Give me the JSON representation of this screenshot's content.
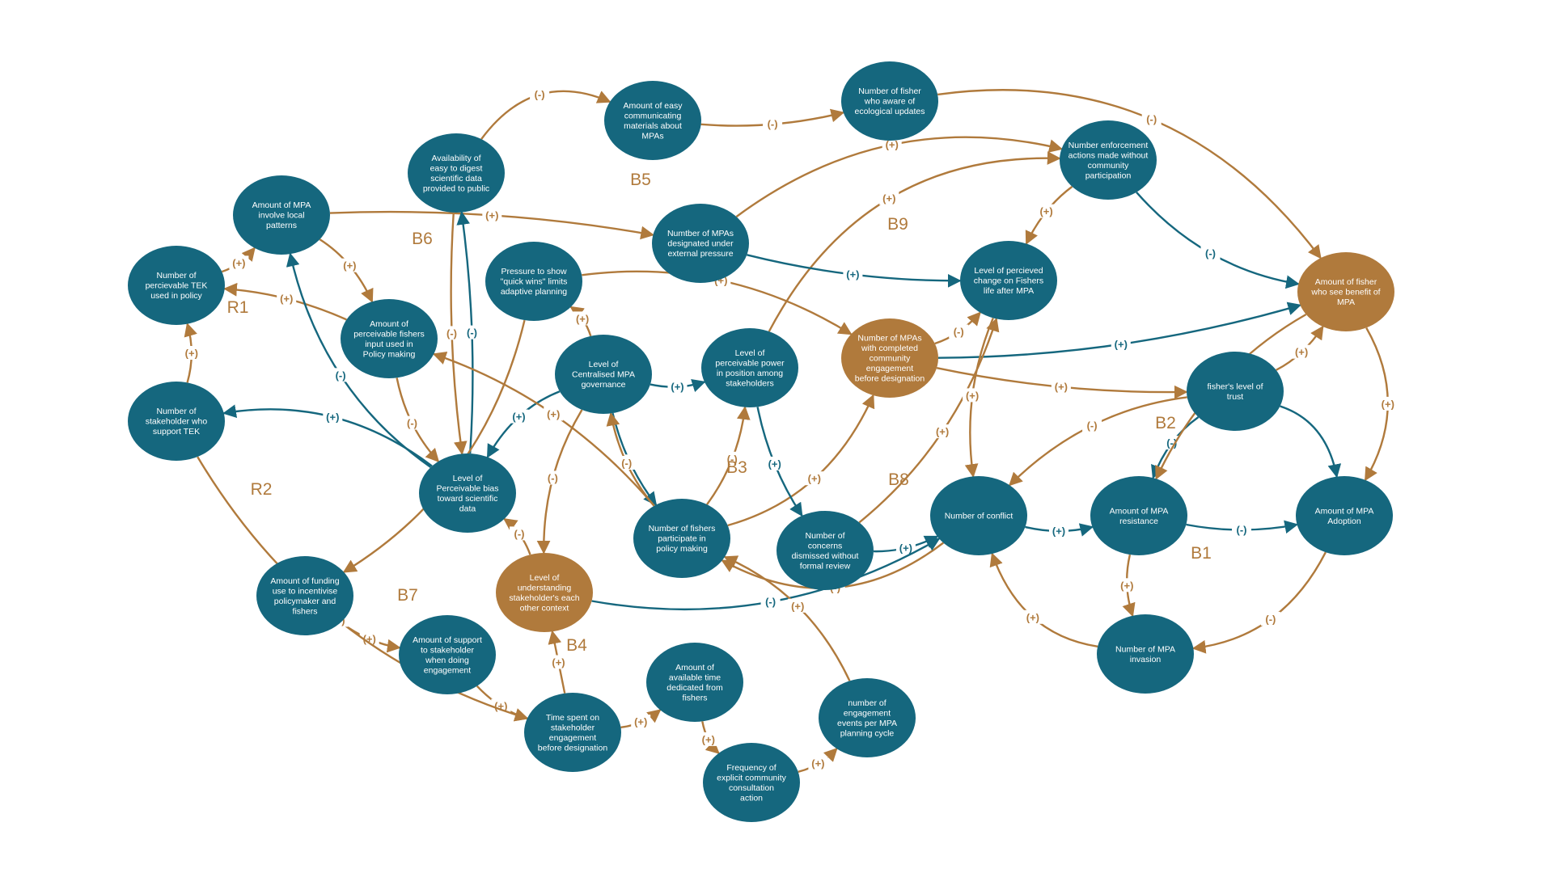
{
  "colors": {
    "teal": "#15677e",
    "brown": "#b07a3c",
    "background": "#ffffff"
  },
  "nodes": [
    {
      "id": "tek_policy",
      "color": "teal",
      "lines": [
        "Number of",
        "percievable TEK",
        "used in policy"
      ]
    },
    {
      "id": "mpa_local",
      "color": "teal",
      "lines": [
        "Amount of MPA",
        "involve local",
        "patterns"
      ]
    },
    {
      "id": "easy_data",
      "color": "teal",
      "lines": [
        "Availability of",
        "easy to digest",
        "scientific data",
        "provided to public"
      ]
    },
    {
      "id": "materials",
      "color": "teal",
      "lines": [
        "Amount of easy",
        "communicating",
        "materials about",
        "MPAs"
      ]
    },
    {
      "id": "aware",
      "color": "teal",
      "lines": [
        "Number of fisher",
        "who aware of",
        "ecological updates"
      ]
    },
    {
      "id": "enforcement",
      "color": "teal",
      "lines": [
        "Number enforcement",
        "actions made without",
        "community",
        "participation"
      ]
    },
    {
      "id": "fisher_benefit",
      "color": "brown",
      "lines": [
        "Amount of fisher",
        "who see benefit of",
        "MPA"
      ]
    },
    {
      "id": "quick_wins",
      "color": "teal",
      "lines": [
        "Pressure to show",
        "\"quick wins\" limits",
        "adaptive planning"
      ]
    },
    {
      "id": "external_pressure",
      "color": "teal",
      "lines": [
        "Numtber of MPAs",
        "designated under",
        "external pressure"
      ]
    },
    {
      "id": "perceived_change",
      "color": "teal",
      "lines": [
        "Level of percieved",
        "change on Fishers",
        "life after MPA"
      ]
    },
    {
      "id": "fishers_input",
      "color": "teal",
      "lines": [
        "Amount of",
        "perceivable fishers",
        "input used in",
        "Policy making"
      ]
    },
    {
      "id": "centralised",
      "color": "teal",
      "lines": [
        "Level of",
        "Centralised MPA",
        "governance"
      ]
    },
    {
      "id": "power",
      "color": "teal",
      "lines": [
        "Level of",
        "perceivable power",
        "in position among",
        "stakeholders"
      ]
    },
    {
      "id": "completed_engagement",
      "color": "brown",
      "lines": [
        "Number of MPAs",
        "with completed",
        "community",
        "engagement",
        "before designation"
      ]
    },
    {
      "id": "trust",
      "color": "teal",
      "lines": [
        "fisher's level of",
        "trust"
      ]
    },
    {
      "id": "support_tek",
      "color": "teal",
      "lines": [
        "Number of",
        "stakeholder who",
        "support TEK"
      ]
    },
    {
      "id": "bias",
      "color": "teal",
      "lines": [
        "Level of",
        "Perceivable bias",
        "toward scientific",
        "data"
      ]
    },
    {
      "id": "participate",
      "color": "teal",
      "lines": [
        "Number of fishers",
        "participate in",
        "policy making"
      ]
    },
    {
      "id": "concerns",
      "color": "teal",
      "lines": [
        "Number of",
        "concerns",
        "dismissed without",
        "formal review"
      ]
    },
    {
      "id": "conflict",
      "color": "teal",
      "lines": [
        "Number of conflict"
      ]
    },
    {
      "id": "resistance",
      "color": "teal",
      "lines": [
        "Amount of MPA",
        "resistance"
      ]
    },
    {
      "id": "adoption",
      "color": "teal",
      "lines": [
        "Amount of MPA",
        "Adoption"
      ]
    },
    {
      "id": "funding",
      "color": "teal",
      "lines": [
        "Amount of funding",
        "use to incentivise",
        "policymaker and",
        "fishers"
      ]
    },
    {
      "id": "understanding",
      "color": "brown",
      "lines": [
        "Level of",
        "understanding",
        "stakeholder's each",
        "other context"
      ]
    },
    {
      "id": "support_engagement",
      "color": "teal",
      "lines": [
        "Amount of support",
        "to stakeholder",
        "when doing",
        "engagement"
      ]
    },
    {
      "id": "time_engagement",
      "color": "teal",
      "lines": [
        "Time spent on",
        "stakeholder",
        "engagement",
        "before designation"
      ]
    },
    {
      "id": "available_time",
      "color": "teal",
      "lines": [
        "Amount of",
        "available time",
        "dedicated from",
        "fishers"
      ]
    },
    {
      "id": "events",
      "color": "teal",
      "lines": [
        "number of",
        "engagement",
        "events per MPA",
        "planning cycle"
      ]
    },
    {
      "id": "consultation",
      "color": "teal",
      "lines": [
        "Frequency of",
        "explicit community",
        "consultation",
        "action"
      ]
    },
    {
      "id": "invasion",
      "color": "teal",
      "lines": [
        "Number of MPA",
        "invasion"
      ]
    }
  ],
  "links": [
    {
      "from": "tek_policy",
      "to": "mpa_local",
      "sign": "(+)",
      "color": "brown"
    },
    {
      "from": "support_tek",
      "to": "tek_policy",
      "sign": "(+)",
      "color": "brown"
    },
    {
      "from": "fishers_input",
      "to": "tek_policy",
      "sign": "(+)",
      "color": "brown"
    },
    {
      "from": "mpa_local",
      "to": "fishers_input",
      "sign": "(+)",
      "color": "brown"
    },
    {
      "from": "mpa_local",
      "to": "external_pressure",
      "sign": "(+)",
      "color": "brown"
    },
    {
      "from": "bias",
      "to": "mpa_local",
      "sign": "(-)",
      "color": "teal"
    },
    {
      "from": "easy_data",
      "to": "materials",
      "sign": "(-)",
      "color": "brown"
    },
    {
      "from": "easy_data",
      "to": "bias",
      "sign": "(-)",
      "color": "brown"
    },
    {
      "from": "bias",
      "to": "easy_data",
      "sign": "(-)",
      "color": "teal"
    },
    {
      "from": "materials",
      "to": "aware",
      "sign": "(-)",
      "color": "brown"
    },
    {
      "from": "aware",
      "to": "fisher_benefit",
      "sign": "(-)",
      "color": "brown"
    },
    {
      "from": "external_pressure",
      "to": "enforcement",
      "sign": "(+)",
      "color": "brown"
    },
    {
      "from": "enforcement",
      "to": "fisher_benefit",
      "sign": "(-)",
      "color": "teal"
    },
    {
      "from": "enforcement",
      "to": "perceived_change",
      "sign": "(+)",
      "color": "brown"
    },
    {
      "from": "power",
      "to": "enforcement",
      "sign": "(+)",
      "color": "brown"
    },
    {
      "from": "external_pressure",
      "to": "perceived_change",
      "sign": "(+)",
      "color": "teal"
    },
    {
      "from": "quick_wins",
      "to": "completed_engagement",
      "sign": "(+)",
      "color": "brown"
    },
    {
      "from": "quick_wins",
      "to": "funding",
      "sign": "(-)",
      "color": "brown"
    },
    {
      "from": "completed_engagement",
      "to": "perceived_change",
      "sign": "(-)",
      "color": "brown"
    },
    {
      "from": "completed_engagement",
      "to": "trust",
      "sign": "(+)",
      "color": "brown"
    },
    {
      "from": "completed_engagement",
      "to": "fisher_benefit",
      "sign": "(+)",
      "color": "teal"
    },
    {
      "from": "fishers_input",
      "to": "bias",
      "sign": "(-)",
      "color": "brown"
    },
    {
      "from": "centralised",
      "to": "quick_wins",
      "sign": "(+)",
      "color": "brown"
    },
    {
      "from": "centralised",
      "to": "power",
      "sign": "(+)",
      "color": "teal"
    },
    {
      "from": "centralised",
      "to": "bias",
      "sign": "(+)",
      "color": "teal"
    },
    {
      "from": "centralised",
      "to": "participate",
      "sign": "(-)",
      "color": "teal"
    },
    {
      "from": "centralised",
      "to": "understanding",
      "sign": "(-)",
      "color": "brown"
    },
    {
      "from": "participate",
      "to": "centralised",
      "sign": "(-)",
      "color": "brown"
    },
    {
      "from": "participate",
      "to": "power",
      "sign": "(-)",
      "color": "brown"
    },
    {
      "from": "participate",
      "to": "fishers_input",
      "sign": "(+)",
      "color": "brown"
    },
    {
      "from": "participate",
      "to": "completed_engagement",
      "sign": "(+)",
      "color": "brown"
    },
    {
      "from": "power",
      "to": "concerns",
      "sign": "(+)",
      "color": "teal"
    },
    {
      "from": "concerns",
      "to": "conflict",
      "sign": "(+)",
      "color": "teal"
    },
    {
      "from": "concerns",
      "to": "perceived_change",
      "sign": "(+)",
      "color": "brown"
    },
    {
      "from": "perceived_change",
      "to": "conflict",
      "sign": "(+)",
      "color": "brown"
    },
    {
      "from": "trust",
      "to": "fisher_benefit",
      "sign": "(+)",
      "color": "brown"
    },
    {
      "from": "trust",
      "to": "conflict",
      "sign": "(-)",
      "color": "brown"
    },
    {
      "from": "trust",
      "to": "resistance",
      "sign": "(-)",
      "color": "teal"
    },
    {
      "from": "trust",
      "to": "adoption",
      "sign": "",
      "color": "teal"
    },
    {
      "from": "fisher_benefit",
      "to": "resistance",
      "sign": "(-)",
      "color": "brown"
    },
    {
      "from": "fisher_benefit",
      "to": "adoption",
      "sign": "(+)",
      "color": "brown"
    },
    {
      "from": "conflict",
      "to": "resistance",
      "sign": "(+)",
      "color": "teal"
    },
    {
      "from": "resistance",
      "to": "adoption",
      "sign": "(-)",
      "color": "teal"
    },
    {
      "from": "resistance",
      "to": "invasion",
      "sign": "(+)",
      "color": "brown"
    },
    {
      "from": "adoption",
      "to": "invasion",
      "sign": "(-)",
      "color": "brown"
    },
    {
      "from": "invasion",
      "to": "conflict",
      "sign": "(+)",
      "color": "brown"
    },
    {
      "from": "conflict",
      "to": "participate",
      "sign": "(-)",
      "color": "brown"
    },
    {
      "from": "understanding",
      "to": "conflict",
      "sign": "(-)",
      "color": "teal"
    },
    {
      "from": "understanding",
      "to": "bias",
      "sign": "(-)",
      "color": "brown"
    },
    {
      "from": "bias",
      "to": "support_tek",
      "sign": "(+)",
      "color": "teal"
    },
    {
      "from": "funding",
      "to": "support_engagement",
      "sign": "(+)",
      "color": "brown"
    },
    {
      "from": "support_engagement",
      "to": "time_engagement",
      "sign": "(+)",
      "color": "brown"
    },
    {
      "from": "support_tek",
      "to": "time_engagement",
      "sign": "(+)",
      "color": "brown"
    },
    {
      "from": "time_engagement",
      "to": "understanding",
      "sign": "(+)",
      "color": "brown"
    },
    {
      "from": "time_engagement",
      "to": "available_time",
      "sign": "(+)",
      "color": "brown"
    },
    {
      "from": "available_time",
      "to": "consultation",
      "sign": "(+)",
      "color": "brown"
    },
    {
      "from": "consultation",
      "to": "events",
      "sign": "(+)",
      "color": "brown"
    },
    {
      "from": "events",
      "to": "participate",
      "sign": "(+)",
      "color": "brown"
    }
  ],
  "loops": [
    {
      "id": "R1",
      "label": "R1"
    },
    {
      "id": "R2",
      "label": "R2"
    },
    {
      "id": "B1",
      "label": "B1"
    },
    {
      "id": "B2",
      "label": "B2"
    },
    {
      "id": "B3",
      "label": "B3"
    },
    {
      "id": "B4",
      "label": "B4"
    },
    {
      "id": "B5",
      "label": "B5"
    },
    {
      "id": "B6",
      "label": "B6"
    },
    {
      "id": "B7",
      "label": "B7"
    },
    {
      "id": "B8",
      "label": "B8"
    },
    {
      "id": "B9",
      "label": "B9"
    }
  ]
}
